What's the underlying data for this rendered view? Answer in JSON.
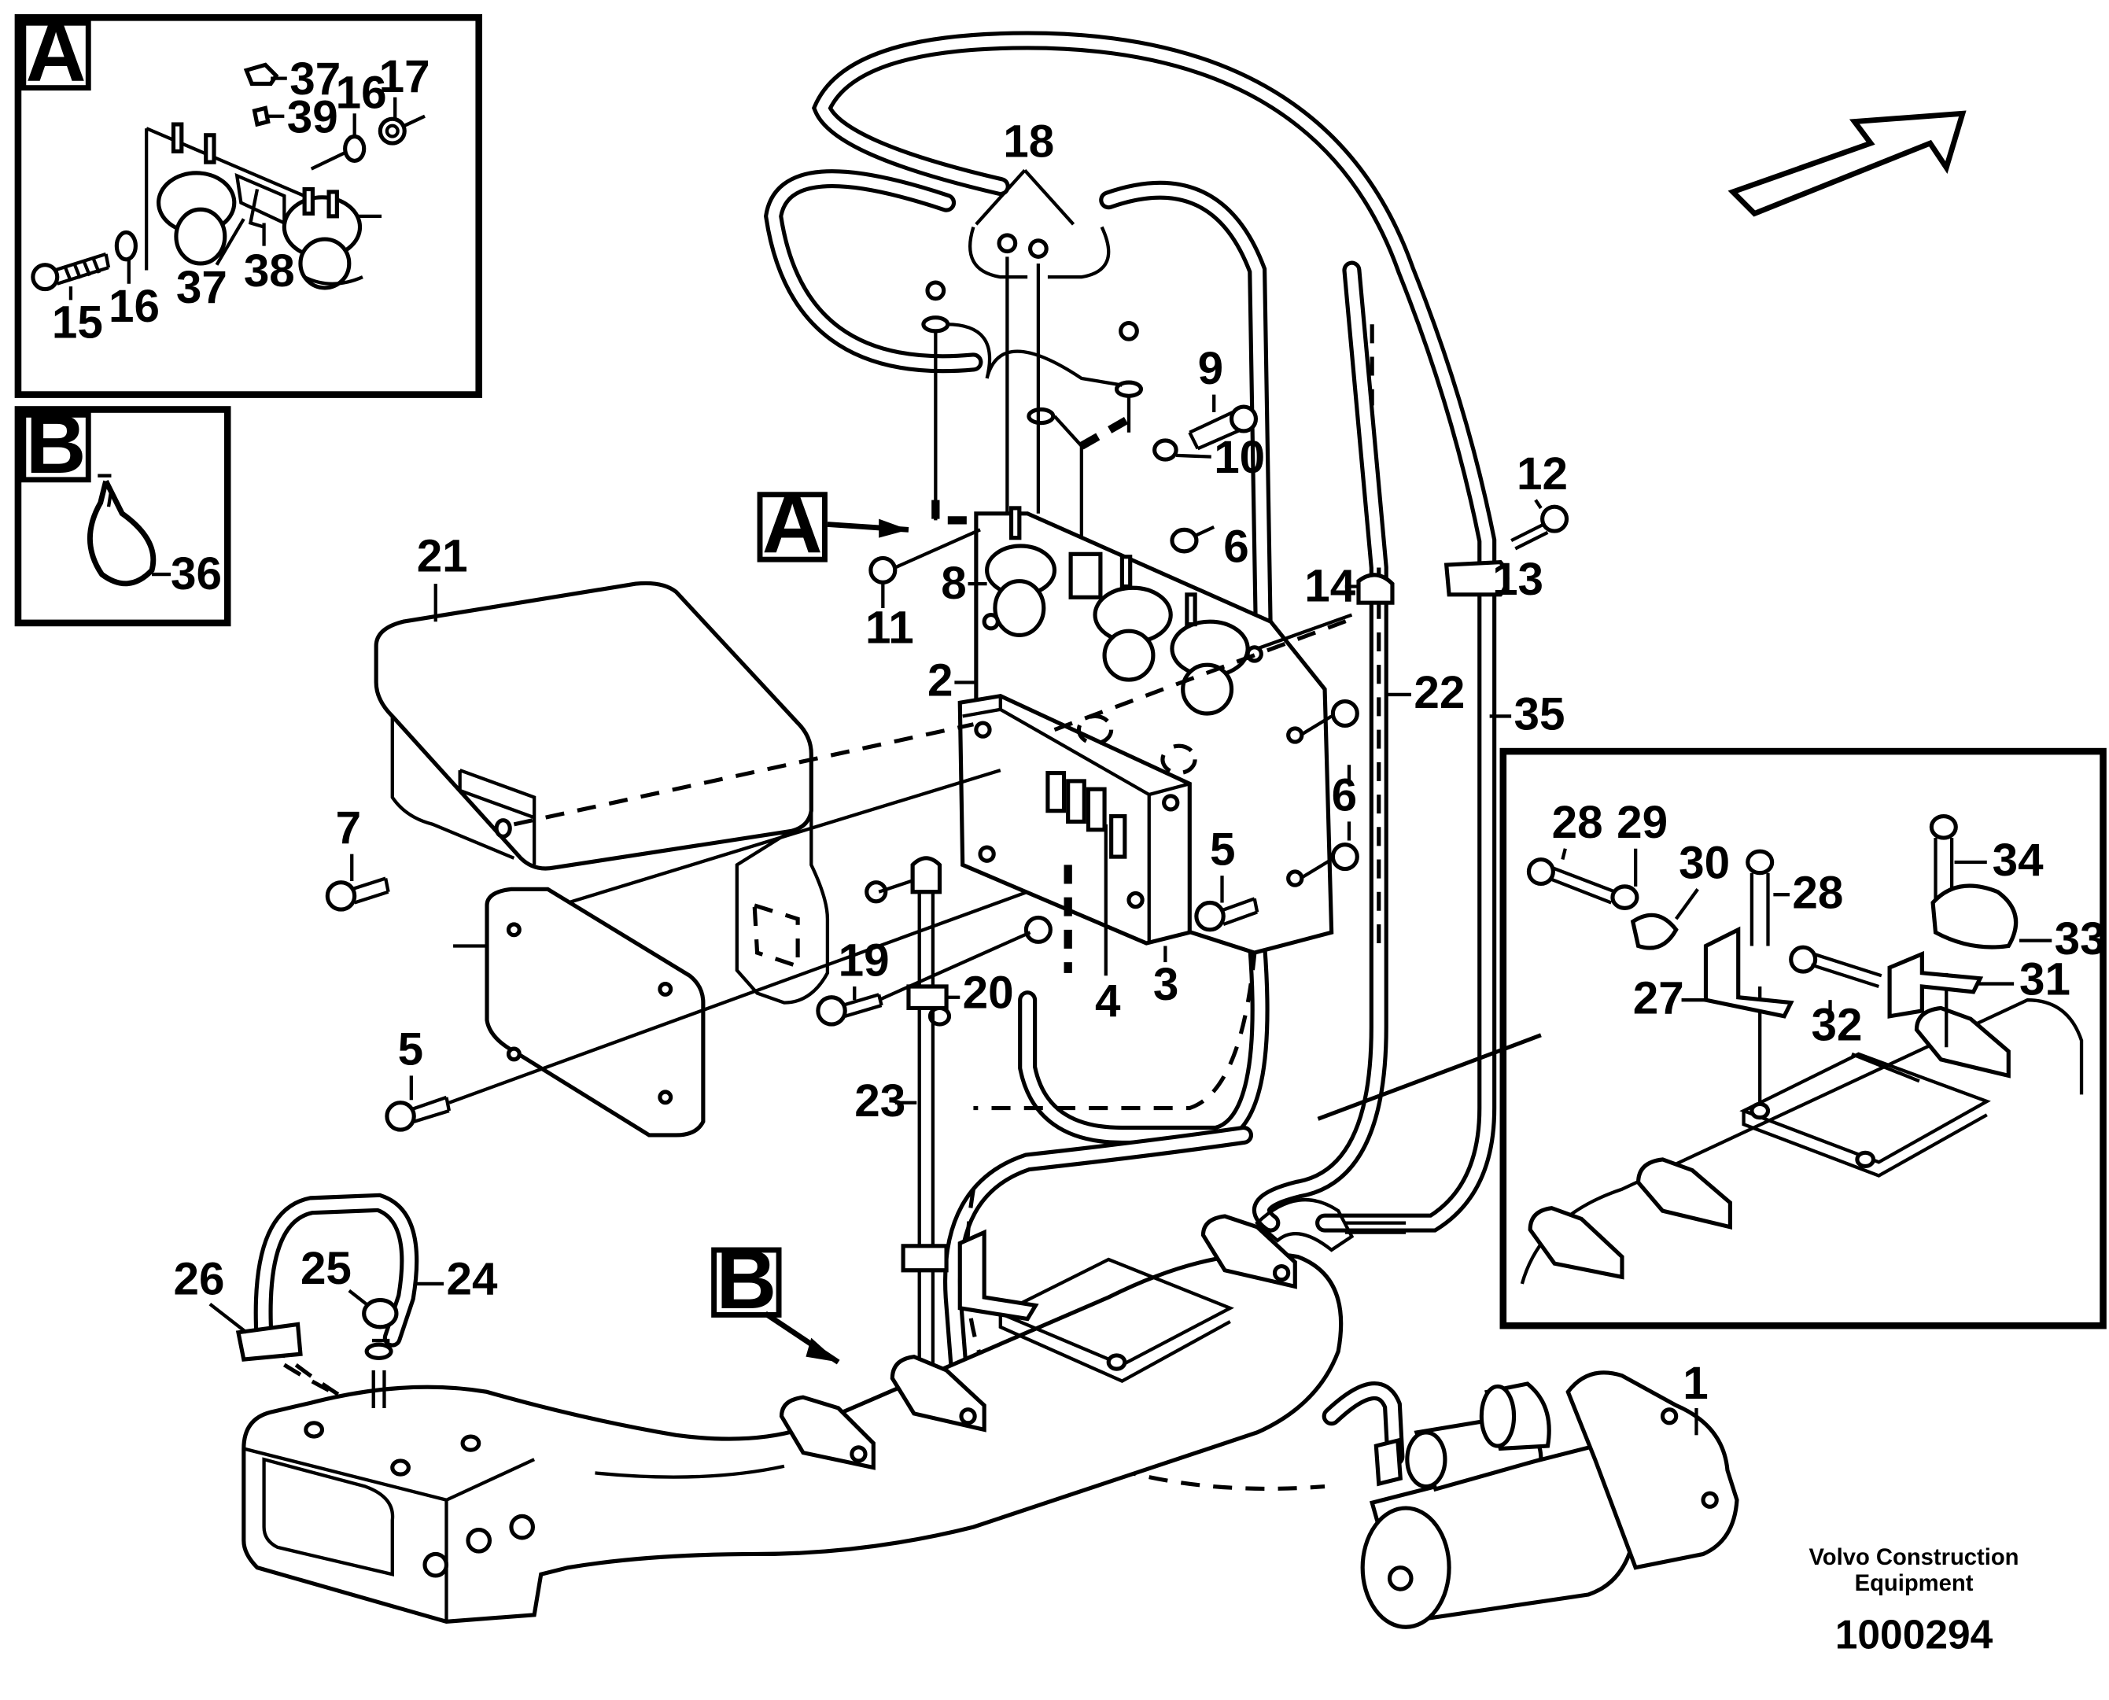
{
  "drawing": {
    "detail_a_letter": "A",
    "detail_b_letter": "B",
    "pointer_a_letter": "A",
    "pointer_b_letter": "B",
    "callouts": {
      "c1": "1",
      "c2": "2",
      "c3": "3",
      "c4": "4",
      "c5a": "5",
      "c5b": "5",
      "c6a": "6",
      "c6b": "6",
      "c7": "7",
      "c8": "8",
      "c9": "9",
      "c10": "10",
      "c11": "11",
      "c12": "12",
      "c13": "13",
      "c14": "14",
      "c15": "15",
      "c16a": "16",
      "c16b": "16",
      "c17": "17",
      "c18": "18",
      "c19": "19",
      "c20": "20",
      "c21": "21",
      "c22": "22",
      "c23": "23",
      "c24": "24",
      "c25": "25",
      "c26": "26",
      "c27": "27",
      "c28a": "28",
      "c28b": "28",
      "c29": "29",
      "c30": "30",
      "c31": "31",
      "c32": "32",
      "c33": "33",
      "c34": "34",
      "c35": "35",
      "c36": "36",
      "c37a": "37",
      "c37b": "37",
      "c38": "38",
      "c39": "39"
    },
    "footer": {
      "company_line1": "Volvo Construction",
      "company_line2": "Equipment",
      "drawing_number": "1000294"
    }
  }
}
